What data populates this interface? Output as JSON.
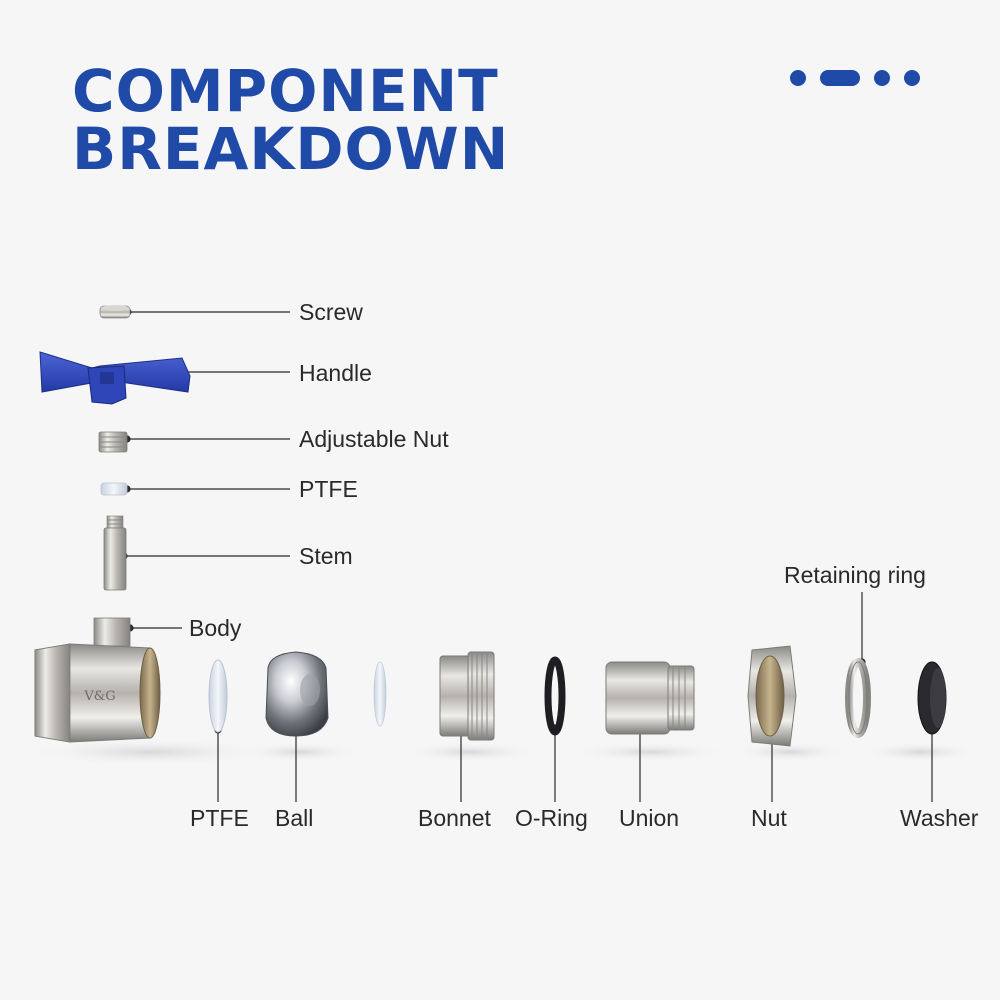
{
  "header": {
    "title_line1": "COMPONENT",
    "title_line2": "BREAKDOWN"
  },
  "accent_color": "#1f4aa8",
  "indicator_dots": [
    "dot",
    "pill",
    "dot",
    "dot"
  ],
  "components": {
    "screw": "Screw",
    "handle": "Handle",
    "adjustable_nut": "Adjustable Nut",
    "ptfe_top": "PTFE",
    "stem": "Stem",
    "body": "Body",
    "retaining_ring": "Retaining ring",
    "ptfe_bottom": "PTFE",
    "ball": "Ball",
    "bonnet": "Bonnet",
    "o_ring": "O-Ring",
    "union": "Union",
    "nut": "Nut",
    "washer": "Washer"
  },
  "body_stamp": "V&G"
}
